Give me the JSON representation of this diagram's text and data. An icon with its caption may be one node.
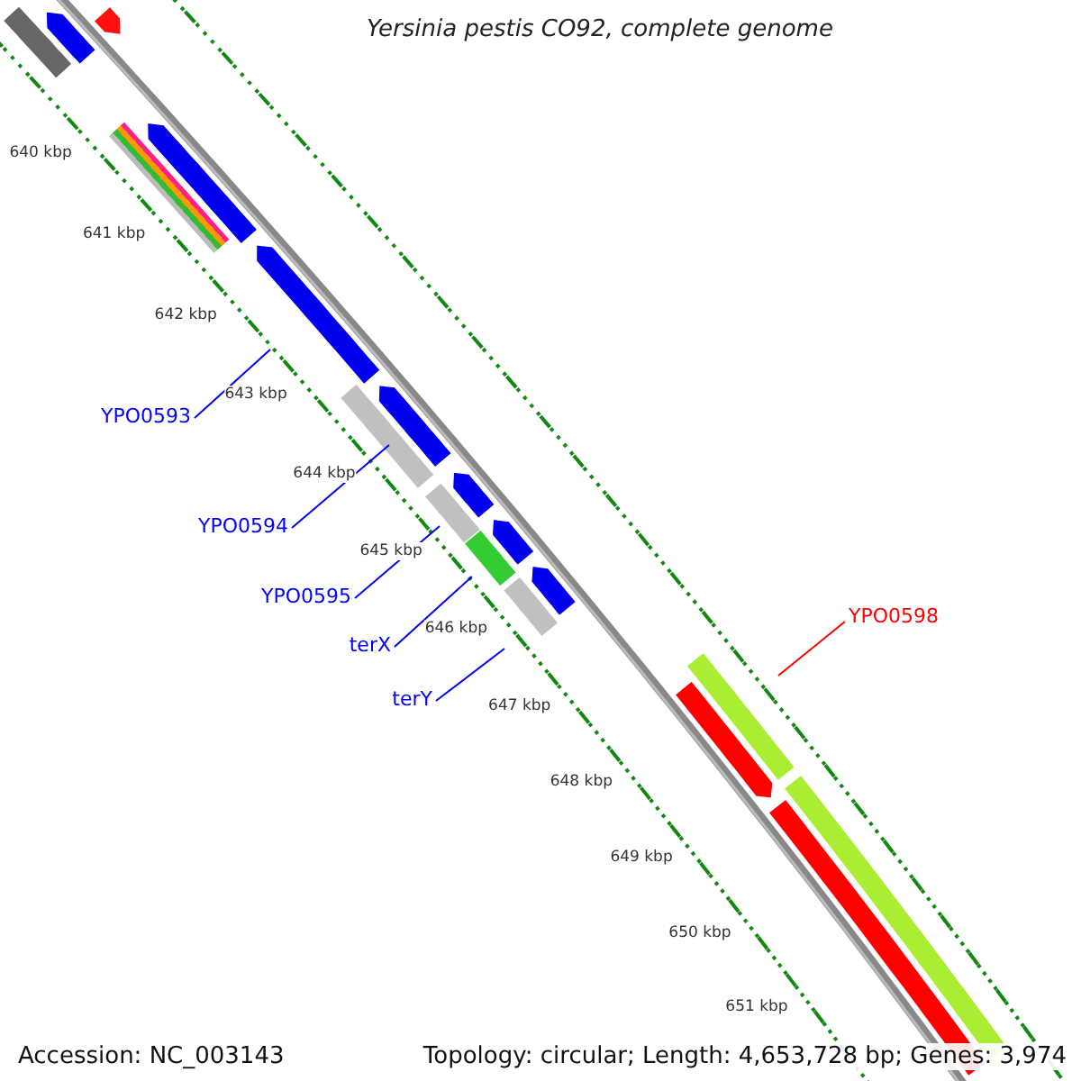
{
  "diagram": {
    "title": "Yersinia pestis CO92, complete genome",
    "nodes": [
      {
        "text": [
          "YPO0593"
        ]
      },
      {
        "text": [
          "YPO0594"
        ]
      },
      {
        "text": [
          "YPO0595"
        ]
      },
      {
        "text": [
          "terX"
        ]
      },
      {
        "text": [
          "terY"
        ]
      },
      {
        "text": [
          "YPO0598"
        ]
      }
    ],
    "edges": [
      {
        "from": 0,
        "to": null,
        "arrow": "none"
      },
      {
        "from": 1,
        "to": null,
        "arrow": "none"
      },
      {
        "from": 2,
        "to": null,
        "arrow": "none"
      },
      {
        "from": 3,
        "to": null,
        "arrow": "none"
      },
      {
        "from": 4,
        "to": null,
        "arrow": "none"
      },
      {
        "from": 5,
        "to": null,
        "arrow": "none",
        "color": "#ff0000"
      }
    ],
    "labels": [
      "640 kbp",
      "641 kbp",
      "642 kbp",
      "643 kbp",
      "644 kbp",
      "645 kbp",
      "646 kbp",
      "647 kbp",
      "648 kbp",
      "649 kbp",
      "650 kbp",
      "651 kbp",
      "Accession: NC_003143",
      "Topology: circular; Length: 4,653,728 bp; Genes: 3,974"
    ]
  }
}
